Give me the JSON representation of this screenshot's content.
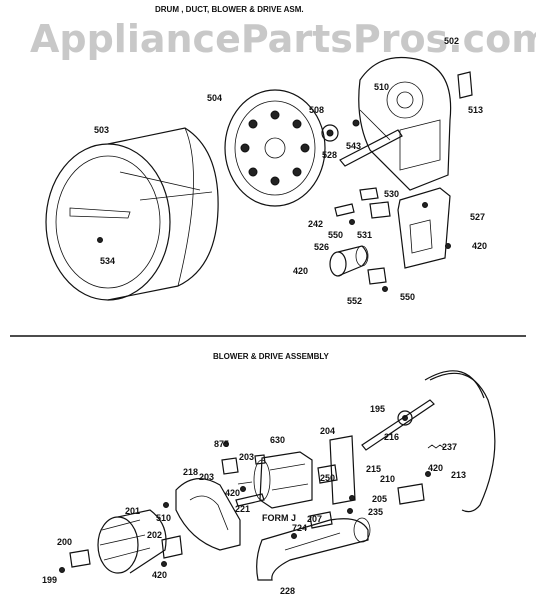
{
  "titles": {
    "top": "DRUM , DUCT, BLOWER & DRIVE ASM.",
    "bottom": "BLOWER & DRIVE ASSEMBLY"
  },
  "watermark": "AppliancePartsPros.com",
  "labels": {
    "p503": "503",
    "p504": "504",
    "p508": "508",
    "p510a": "510",
    "p513": "513",
    "p502": "502",
    "p528": "528",
    "p543": "543",
    "p530": "530",
    "p527": "527",
    "p242": "242",
    "p550a": "550",
    "p531": "531",
    "p420a": "420",
    "p526": "526",
    "p420b": "420",
    "p534": "534",
    "p552": "552",
    "p550b": "550",
    "p195": "195",
    "p216": "216",
    "p237": "237",
    "p875": "875",
    "p630": "630",
    "p204": "204",
    "p203a": "203",
    "p203b": "203",
    "p218": "218",
    "p420c": "420",
    "p250": "250",
    "p215": "215",
    "p210": "210",
    "p213": "213",
    "p420d": "420",
    "p510b": "510",
    "p221": "221",
    "p205": "205",
    "p235": "235",
    "p207": "207",
    "p201": "201",
    "p724": "724",
    "p200": "200",
    "p202": "202",
    "p199": "199",
    "p420e": "420",
    "p228": "228",
    "formj": "FORM J"
  }
}
